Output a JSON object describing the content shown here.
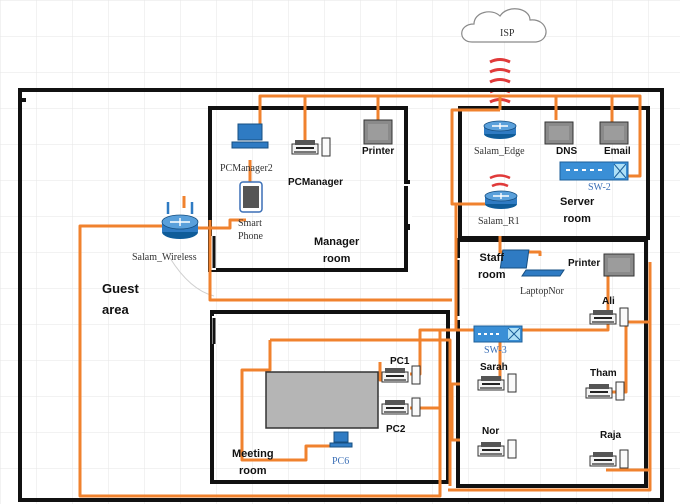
{
  "colors": {
    "cable": "#f0822e",
    "wall": "#111111",
    "device_blue": "#2f7bc3",
    "grid": "#e6e6e6"
  },
  "isp": {
    "label": "ISP"
  },
  "rooms": {
    "guest": {
      "line1": "Guest",
      "line2": "area"
    },
    "manager": {
      "line1": "Manager",
      "line2": "room"
    },
    "server": {
      "line1": "Server",
      "line2": "room"
    },
    "staff": {
      "line1": "Staff",
      "line2": "room"
    },
    "meeting": {
      "line1": "Meeting",
      "line2": "room"
    }
  },
  "devices": {
    "salam_edge": "Salam_Edge",
    "salam_r1": "Salam_R1",
    "salam_wireless": "Salam_Wireless",
    "sw2": "SW-2",
    "sw3": "SW-3",
    "dns": "DNS",
    "email": "Email",
    "pcmanager2": "PCManager2",
    "pcmanager": "PCManager",
    "printer_mgr": "Printer",
    "smart_phone_1": "Smart",
    "smart_phone_2": "Phone",
    "laptop_nor": "LaptopNor",
    "printer_staff": "Printer",
    "ali": "Ali",
    "sarah": "Sarah",
    "tham": "Tham",
    "nor": "Nor",
    "raja": "Raja",
    "pc1": "PC1",
    "pc2": "PC2",
    "pc6": "PC6"
  }
}
